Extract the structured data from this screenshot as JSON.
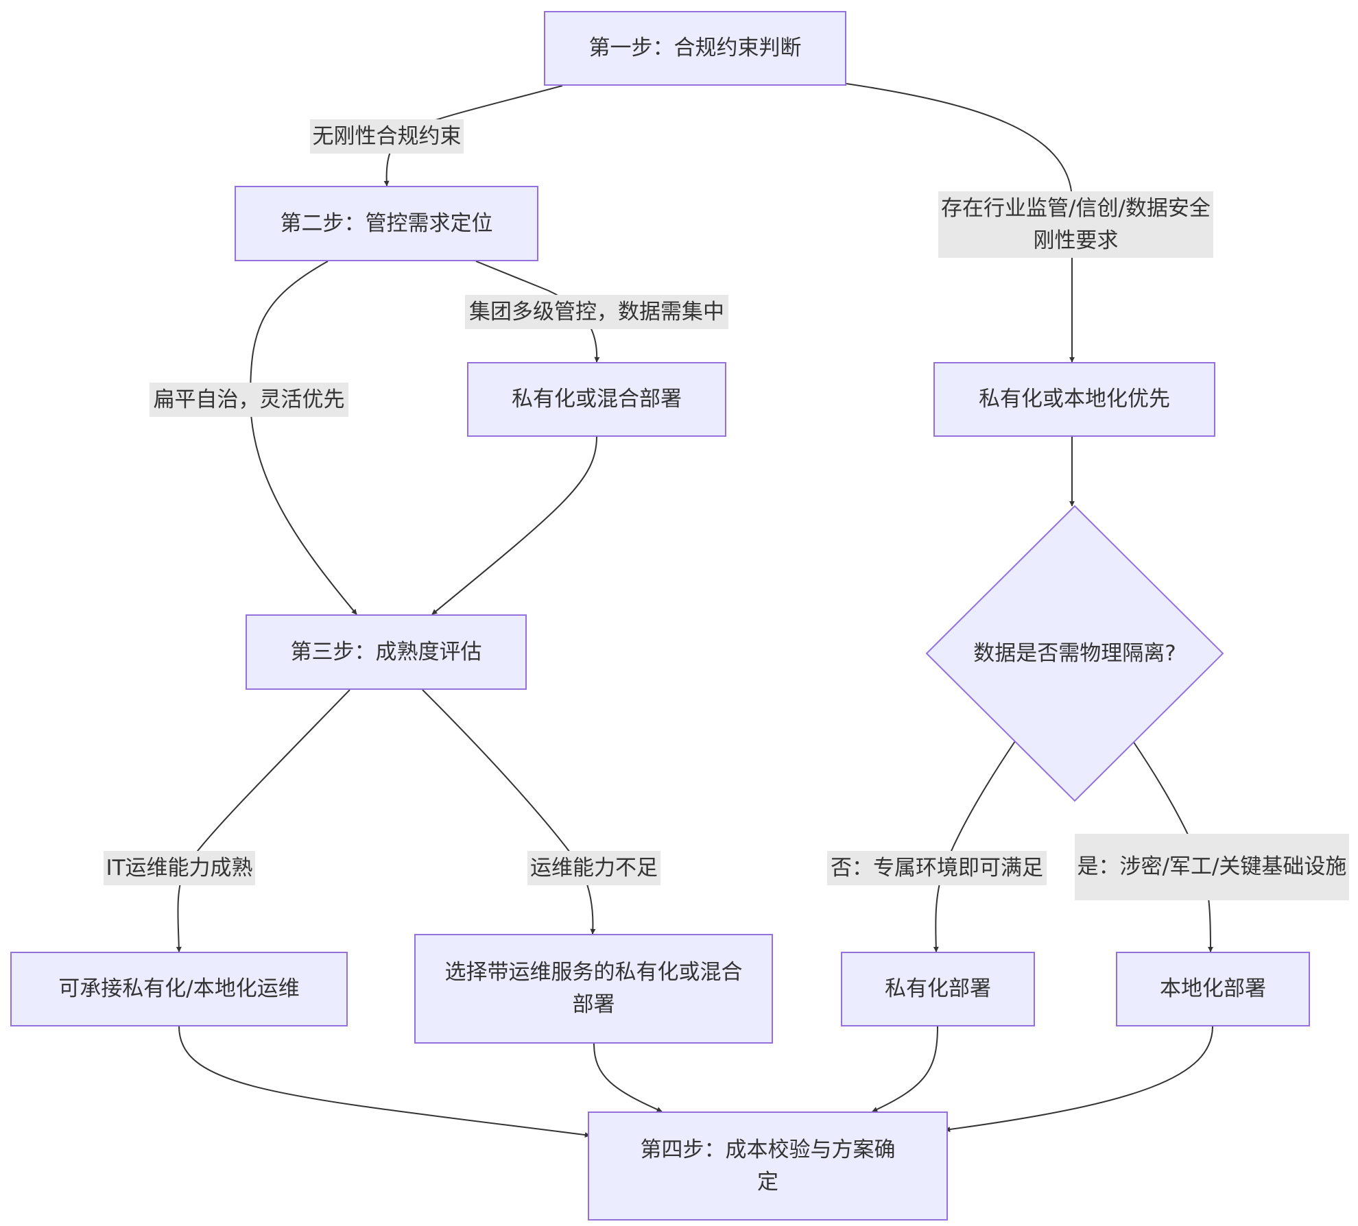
{
  "nodes": {
    "step1": "第一步：合规约束判断",
    "step2": "第二步：管控需求定位",
    "step3": "第三步：成熟度评估",
    "step4": "第四步：成本校验与方案确定",
    "private_hybrid": "私有化或混合部署",
    "private_local_first": "私有化或本地化优先",
    "decision_isolation": "数据是否需物理隔离?",
    "can_operate": "可承接私有化/本地化运维",
    "managed_private_hybrid": "选择带运维服务的私有化或混合部署",
    "private_deploy": "私有化部署",
    "local_deploy": "本地化部署"
  },
  "edges": {
    "no_rigid_compliance": "无刚性合规约束",
    "rigid_requirements": "存在行业监管/信创/数据安全刚性要求",
    "group_multilevel": "集团多级管控，数据需集中",
    "flat_autonomy": "扁平自治，灵活优先",
    "it_ops_mature": "IT运维能力成熟",
    "ops_insufficient": "运维能力不足",
    "no_dedicated_env": "否：专属环境即可满足",
    "yes_classified": "是：涉密/军工/关键基础设施"
  }
}
